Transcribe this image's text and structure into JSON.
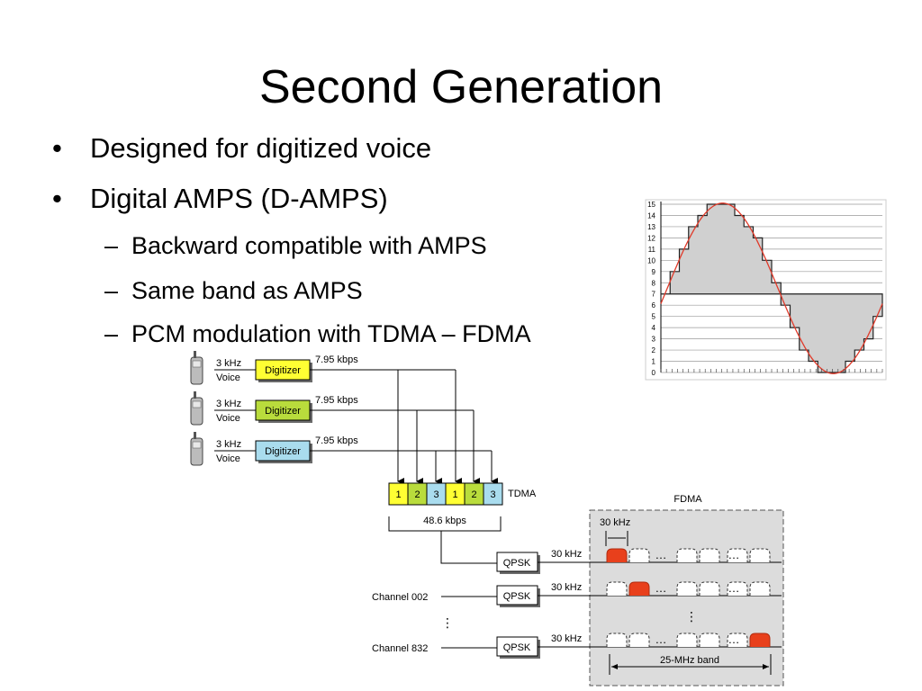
{
  "slide": {
    "title": "Second Generation",
    "bullet_marker": "•",
    "sub_marker": "–",
    "bullets": [
      {
        "text": "Designed for digitized voice"
      },
      {
        "text": "Digital AMPS (D-AMPS)"
      }
    ],
    "sub_bullets": [
      {
        "text": "Backward compatible with AMPS"
      },
      {
        "text": "Same band as AMPS"
      },
      {
        "text": "PCM modulation with TDMA – FDMA"
      }
    ]
  },
  "pcm_chart": {
    "y_ticks": [
      "0",
      "1",
      "2",
      "3",
      "4",
      "5",
      "6",
      "7",
      "8",
      "9",
      "10",
      "11",
      "12",
      "13",
      "14",
      "15"
    ]
  },
  "diagram": {
    "sources": [
      {
        "label_top": "3 kHz",
        "label_bottom": "Voice",
        "block": "Digitizer",
        "rate": "7.95 kbps",
        "color": "#ffff33"
      },
      {
        "label_top": "3 kHz",
        "label_bottom": "Voice",
        "block": "Digitizer",
        "rate": "7.95 kbps",
        "color": "#b9dc3c"
      },
      {
        "label_top": "3 kHz",
        "label_bottom": "Voice",
        "block": "Digitizer",
        "rate": "7.95 kbps",
        "color": "#a9dcee"
      }
    ],
    "tdma_slots": [
      "1",
      "2",
      "3",
      "1",
      "2",
      "3"
    ],
    "tdma_label": "TDMA",
    "tdma_rate": "48.6 kbps",
    "channels": [
      {
        "name": "",
        "modulator": "QPSK",
        "bw": "30 kHz"
      },
      {
        "name": "Channel 002",
        "modulator": "QPSK",
        "bw": "30 kHz"
      },
      {
        "name": "Channel 832",
        "modulator": "QPSK",
        "bw": "30 kHz"
      }
    ],
    "fdma_label": "FDMA",
    "fdma_channel_width": "30 kHz",
    "fdma_band": "25-MHz band",
    "ellipsis": "…",
    "vertical_ellipsis": "⋮",
    "accent_color": "#e8401c"
  }
}
